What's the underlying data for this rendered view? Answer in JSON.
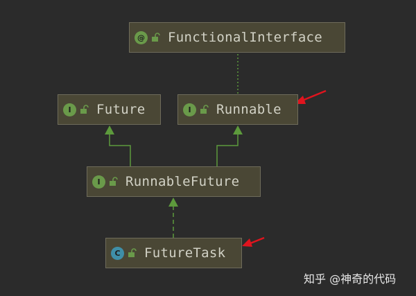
{
  "colors": {
    "background": "#2b2b2b",
    "node_fill": "#4a4735",
    "edge": "#5d9a3c",
    "pointer_arrow": "#e0141e"
  },
  "nodes": [
    {
      "id": "functional-interface",
      "label": "FunctionalInterface",
      "kind": "annotation",
      "badge": "@",
      "icon": "unlocked-icon"
    },
    {
      "id": "future",
      "label": "Future",
      "kind": "interface",
      "badge": "I",
      "icon": "unlocked-icon"
    },
    {
      "id": "runnable",
      "label": "Runnable",
      "kind": "interface",
      "badge": "I",
      "icon": "unlocked-icon"
    },
    {
      "id": "runnable-future",
      "label": "RunnableFuture",
      "kind": "interface",
      "badge": "I",
      "icon": "unlocked-icon"
    },
    {
      "id": "future-task",
      "label": "FutureTask",
      "kind": "class",
      "badge": "C",
      "icon": "unlocked-icon"
    }
  ],
  "edges": [
    {
      "from": "runnable",
      "to": "functional-interface",
      "style": "dotted"
    },
    {
      "from": "runnable-future",
      "to": "future",
      "style": "extends"
    },
    {
      "from": "runnable-future",
      "to": "runnable",
      "style": "extends"
    },
    {
      "from": "future-task",
      "to": "runnable-future",
      "style": "implements"
    }
  ],
  "annotations": [
    {
      "points_to": "runnable",
      "icon": "red-arrow-icon"
    },
    {
      "points_to": "future-task",
      "icon": "red-arrow-icon"
    }
  ],
  "watermark": "知乎 @神奇的代码"
}
